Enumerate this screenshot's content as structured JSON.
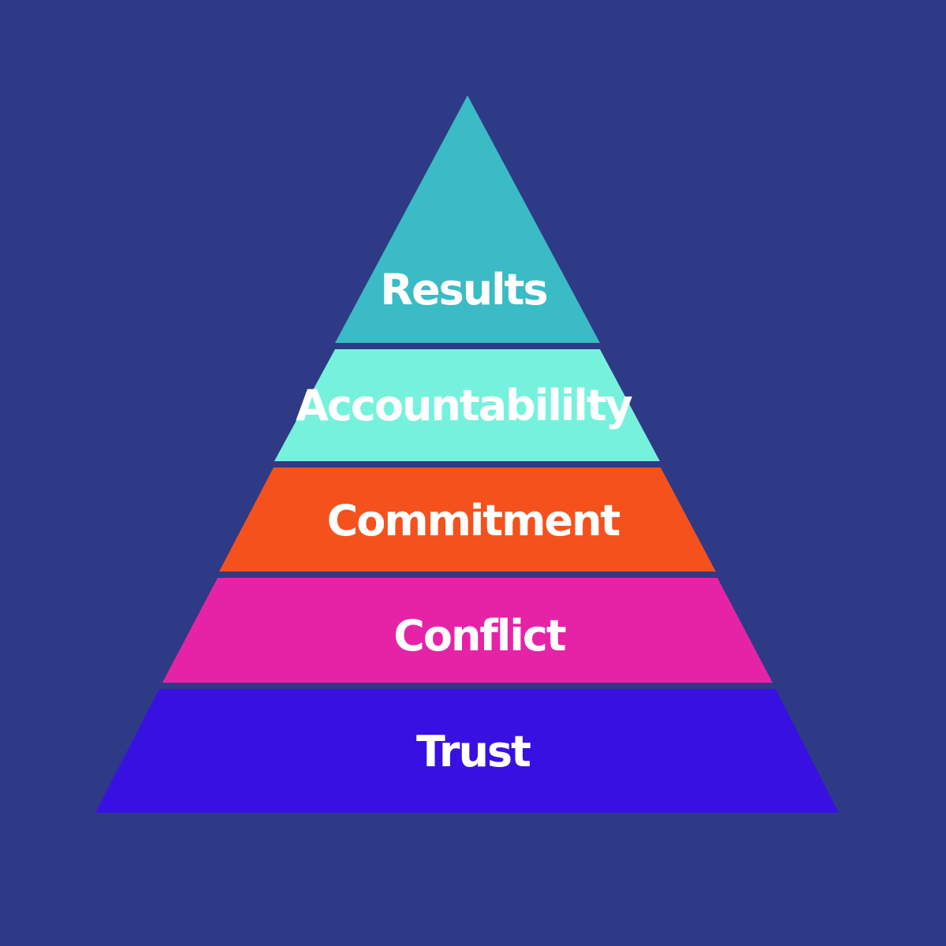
{
  "background_color": "#2e3a86",
  "pyramid": {
    "tiers": [
      {
        "label": "Results",
        "color": "#3bbbc5"
      },
      {
        "label": "Accountabililty",
        "color": "#76f2dc"
      },
      {
        "label": "Commitment",
        "color": "#f5511c"
      },
      {
        "label": "Conflict",
        "color": "#e623a6"
      },
      {
        "label": "Trust",
        "color": "#3811e2"
      }
    ]
  }
}
